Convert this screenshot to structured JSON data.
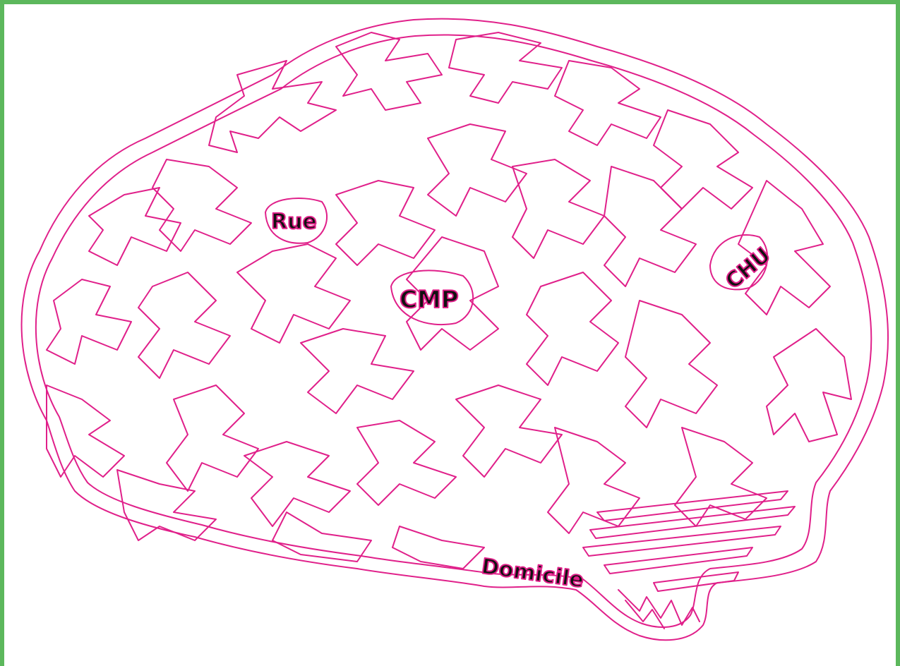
{
  "labels": {
    "rue": "Rue",
    "cmp": "CMP",
    "chu": "CHU",
    "domicile": "Domicile"
  },
  "colors": {
    "frame": "#5cb85c",
    "maze_line": "#e0208a",
    "label_text": "#111111",
    "background": "#ffffff"
  }
}
